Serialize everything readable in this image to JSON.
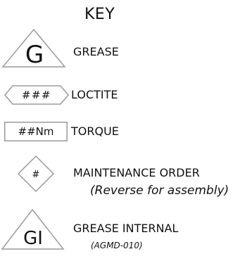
{
  "title": "KEY",
  "items": [
    {
      "symbol": "grease-triangle",
      "symbol_text": "G",
      "label": "GREASE"
    },
    {
      "symbol": "loctite-hexagon",
      "symbol_text": "###",
      "label": "LOCTITE"
    },
    {
      "symbol": "torque-box",
      "symbol_text": "##Nm",
      "label": "TORQUE"
    },
    {
      "symbol": "maintenance-diamond",
      "symbol_text": "#",
      "label": "MAINTENANCE ORDER",
      "note": "(Reverse for assembly)"
    },
    {
      "symbol": "grease-internal-triangle",
      "symbol_text": "GI",
      "label": "GREASE INTERNAL",
      "note": "(AGMD-010)"
    }
  ]
}
